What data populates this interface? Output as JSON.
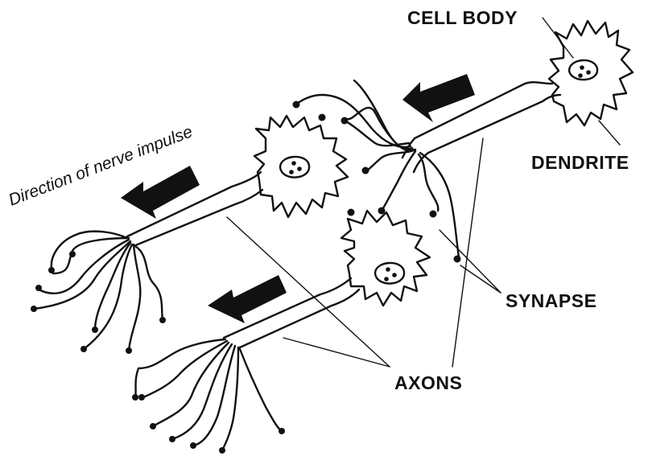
{
  "labels": {
    "cell_body": "CELL BODY",
    "dendrite": "DENDRITE",
    "synapse": "SYNAPSE",
    "axons": "AXONS",
    "direction": "Direction of nerve impulse"
  },
  "colors": {
    "ink": "#111111",
    "background": "#ffffff"
  }
}
